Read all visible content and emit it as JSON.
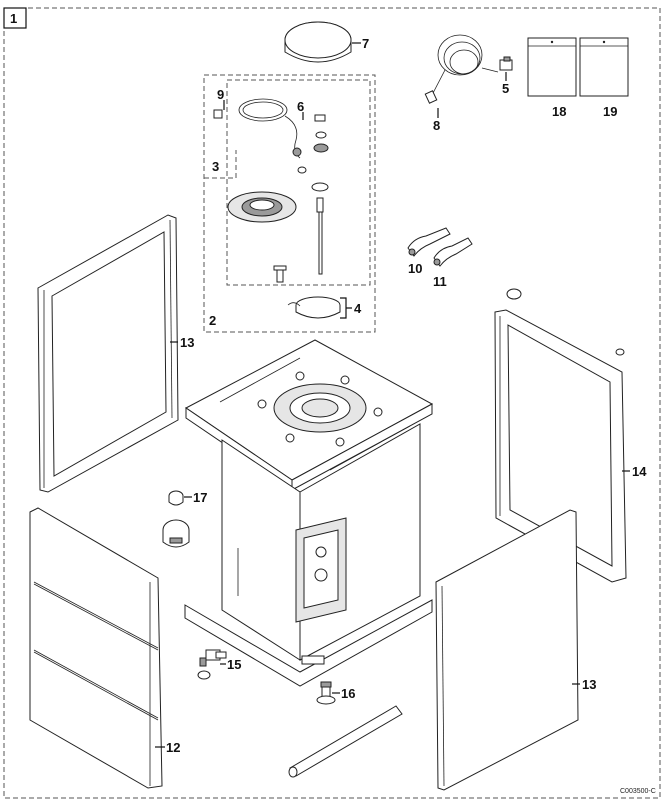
{
  "diagram": {
    "frame_label": "1",
    "reference_code": "C003500-C",
    "callouts": {
      "c2": "2",
      "c3": "3",
      "c4": "4",
      "c5": "5",
      "c6": "6",
      "c7": "7",
      "c8": "8",
      "c9": "9",
      "c10": "10",
      "c11": "11",
      "c12": "12",
      "c13a": "13",
      "c13b": "13",
      "c14": "14",
      "c15": "15",
      "c16": "16",
      "c17": "17",
      "c18": "18",
      "c19": "19"
    }
  }
}
